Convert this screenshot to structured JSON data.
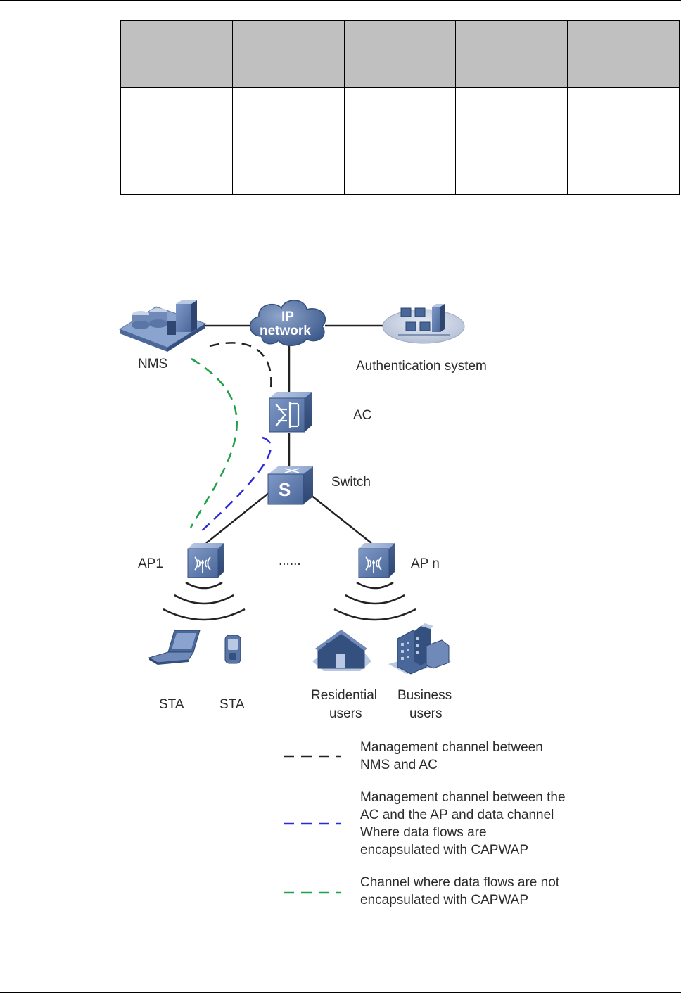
{
  "table": {
    "columns": [
      "",
      "",
      "",
      "",
      ""
    ],
    "rows": [
      [
        "",
        "",
        "",
        "",
        ""
      ]
    ]
  },
  "diagram": {
    "nodes": {
      "nms": "NMS",
      "ip_network_line1": "IP",
      "ip_network_line2": "network",
      "auth": "Authentication system",
      "ac": "AC",
      "switch": "Switch",
      "switch_letter": "S",
      "ap1": "AP1",
      "apn": "AP n",
      "ellipsis": "......",
      "sta1": "STA",
      "sta2": "STA",
      "residential_line1": "Residential",
      "residential_line2": "users",
      "business_line1": "Business",
      "business_line2": "users"
    },
    "legend": [
      {
        "color": "#222222",
        "lines": [
          "Management channel between",
          "NMS and AC"
        ]
      },
      {
        "color": "#2a2ad6",
        "lines": [
          "Management channel between the",
          "AC and the AP and data channel",
          "Where data flows are",
          "encapsulated with CAPWAP"
        ]
      },
      {
        "color": "#1fa04a",
        "lines": [
          "Channel where data flows are not",
          "encapsulated with CAPWAP"
        ]
      }
    ]
  }
}
